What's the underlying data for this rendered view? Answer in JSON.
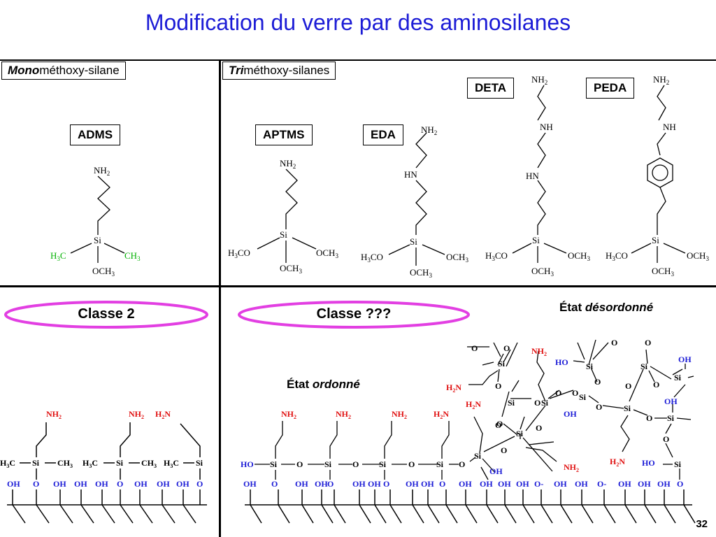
{
  "title": "Modification du verre par des aminosilanes",
  "mono_box": {
    "prefix": "Mono",
    "suffix": "méthoxy-silane"
  },
  "tri_box": {
    "prefix": "Tri",
    "suffix": "méthoxy-silanes"
  },
  "molecules": {
    "adms": "ADMS",
    "aptms": "APTMS",
    "eda": "EDA",
    "deta": "DETA",
    "peda": "PEDA"
  },
  "atoms": {
    "nh2": "NH2",
    "nh": "NH",
    "hn": "HN",
    "si": "Si",
    "och3": "OCH3",
    "h3co": "H3CO",
    "h3c": "H3C",
    "ch3": "CH3"
  },
  "classes": {
    "left": "Classe 2",
    "right": "Classe ???"
  },
  "states": {
    "ordered_prefix": "État",
    "ordered_italic": "ordonné",
    "disordered_prefix": "État",
    "disordered_italic": "désordonné"
  },
  "surface": {
    "oh": "OH",
    "o": "O",
    "o_minus": "O-",
    "ho": "HO",
    "h2n": "H2N",
    "si": "Si"
  },
  "page_number": "32",
  "colors": {
    "title": "#1c1cd6",
    "oval": "#e23fe2",
    "amine_red": "#e01010",
    "silanol_blue": "#1a1ad6",
    "methyl_green": "#00b000"
  }
}
